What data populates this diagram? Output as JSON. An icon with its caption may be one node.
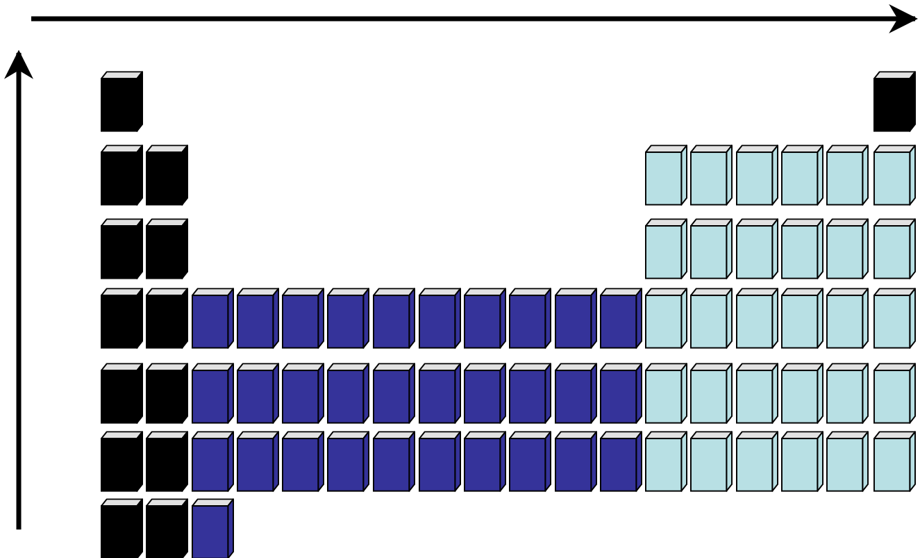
{
  "diagram": {
    "nodes": [
      {
        "text": [],
        "shape": "box"
      },
      {
        "text": [],
        "shape": "box"
      },
      {
        "text": [],
        "shape": "box"
      },
      {
        "text": [],
        "shape": "box"
      },
      {
        "text": [],
        "shape": "box"
      },
      {
        "text": [],
        "shape": "box"
      },
      {
        "text": [],
        "shape": "box"
      },
      {
        "text": [],
        "shape": "box"
      },
      {
        "text": [],
        "shape": "box"
      },
      {
        "text": [],
        "shape": "box"
      },
      {
        "text": [],
        "shape": "box"
      },
      {
        "text": [],
        "shape": "box"
      },
      {
        "text": [],
        "shape": "box"
      },
      {
        "text": [],
        "shape": "box"
      },
      {
        "text": [],
        "shape": "box"
      },
      {
        "text": [],
        "shape": "box"
      },
      {
        "text": [],
        "shape": "box"
      },
      {
        "text": [],
        "shape": "box"
      },
      {
        "text": [],
        "shape": "box"
      },
      {
        "text": [],
        "shape": "box"
      },
      {
        "text": [],
        "shape": "box"
      },
      {
        "text": [],
        "shape": "box"
      },
      {
        "text": [],
        "shape": "box"
      },
      {
        "text": [],
        "shape": "box"
      },
      {
        "text": [],
        "shape": "box"
      },
      {
        "text": [],
        "shape": "box"
      },
      {
        "text": [],
        "shape": "box"
      },
      {
        "text": [],
        "shape": "box"
      },
      {
        "text": [],
        "shape": "box"
      },
      {
        "text": [],
        "shape": "box"
      },
      {
        "text": [],
        "shape": "box"
      },
      {
        "text": [],
        "shape": "box"
      },
      {
        "text": [],
        "shape": "box"
      },
      {
        "text": [],
        "shape": "box"
      },
      {
        "text": [],
        "shape": "box"
      },
      {
        "text": [],
        "shape": "box"
      },
      {
        "text": [],
        "shape": "box"
      },
      {
        "text": [],
        "shape": "box"
      },
      {
        "text": [],
        "shape": "box"
      },
      {
        "text": [],
        "shape": "box"
      },
      {
        "text": [],
        "shape": "box"
      },
      {
        "text": [],
        "shape": "box"
      },
      {
        "text": [],
        "shape": "box"
      },
      {
        "text": [],
        "shape": "box"
      },
      {
        "text": [],
        "shape": "box"
      },
      {
        "text": [],
        "shape": "box"
      },
      {
        "text": [],
        "shape": "box"
      },
      {
        "text": [],
        "shape": "box"
      },
      {
        "text": [],
        "shape": "box"
      },
      {
        "text": [],
        "shape": "box"
      },
      {
        "text": [],
        "shape": "box"
      },
      {
        "text": [],
        "shape": "box"
      },
      {
        "text": [],
        "shape": "box"
      },
      {
        "text": [],
        "shape": "box"
      },
      {
        "text": [],
        "shape": "box"
      },
      {
        "text": [],
        "shape": "box"
      },
      {
        "text": [],
        "shape": "box"
      },
      {
        "text": [],
        "shape": "box"
      },
      {
        "text": [],
        "shape": "box"
      },
      {
        "text": [],
        "shape": "box"
      },
      {
        "text": [],
        "shape": "box"
      },
      {
        "text": [],
        "shape": "box"
      },
      {
        "text": [],
        "shape": "box"
      },
      {
        "text": [],
        "shape": "box"
      },
      {
        "text": [],
        "shape": "box"
      },
      {
        "text": [],
        "shape": "box"
      },
      {
        "text": [],
        "shape": "box"
      },
      {
        "text": [],
        "shape": "box"
      },
      {
        "text": [],
        "shape": "box"
      },
      {
        "text": [],
        "shape": "box"
      },
      {
        "text": [],
        "shape": "box"
      },
      {
        "text": [],
        "shape": "box"
      },
      {
        "text": [],
        "shape": "box"
      },
      {
        "text": [],
        "shape": "box"
      },
      {
        "text": [],
        "shape": "box"
      }
    ]
  }
}
